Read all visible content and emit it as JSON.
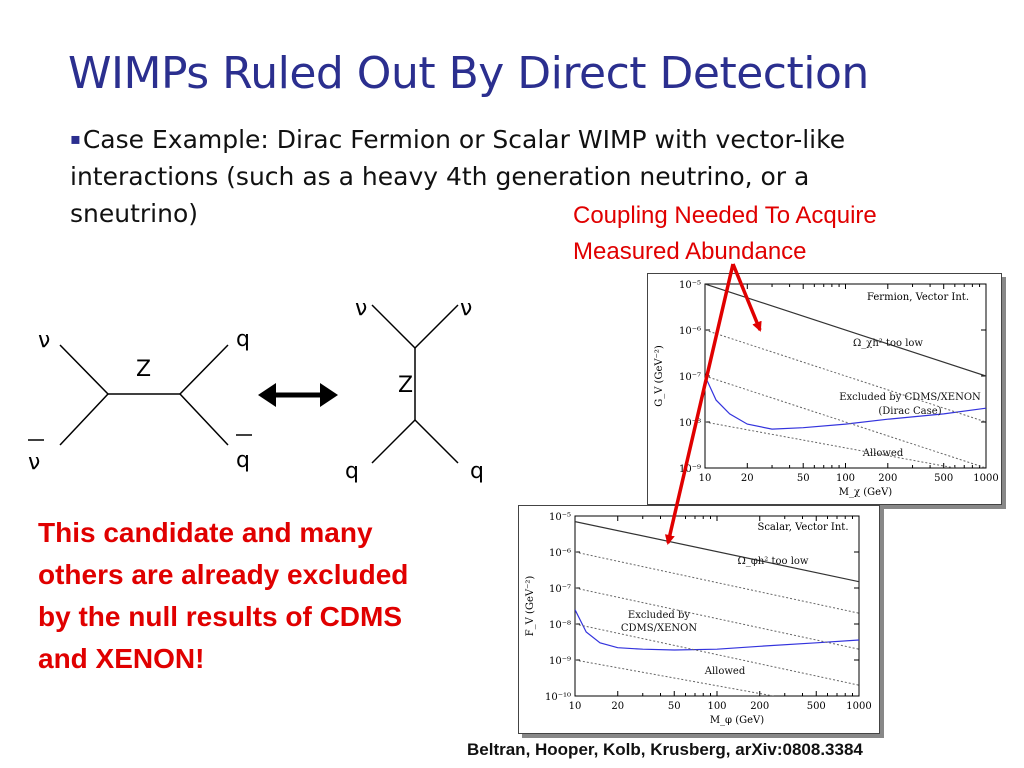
{
  "slide": {
    "title": "WIMPs Ruled Out By Direct Detection",
    "bullet_marker": "▪",
    "bullet_text": "Case Example:  Dirac Fermion or Scalar WIMP with vector-like interactions (such as a heavy 4th generation neutrino, or a sneutrino)",
    "coupling_note_line1": "Coupling Needed To Acquire",
    "coupling_note_line2": "Measured Abundance",
    "warning_line1": "This candidate and many",
    "warning_line2": "others are already excluded",
    "warning_line3": "by the null results of CDMS",
    "warning_line4": "and XENON!",
    "citation": "Beltran, Hooper, Kolb, Krusberg, arXiv:0808.3384",
    "accent_color": "#2b2f8f",
    "note_color": "#e00000"
  },
  "feynman": {
    "left": {
      "top_left": "ν",
      "bottom_left": "ν",
      "top_right": "q",
      "bottom_right": "q",
      "mediator": "Z"
    },
    "right": {
      "top_left": "ν",
      "top_right": "ν",
      "bottom_left": "q",
      "bottom_right": "q",
      "mediator": "Z"
    },
    "arrow_icon": "double-arrow-icon"
  },
  "chart_data": [
    {
      "type": "line",
      "annotation": "Fermion, Vector Int.",
      "xlabel": "M_χ (GeV)",
      "ylabel": "G_V (GeV⁻²)",
      "xscale": "log",
      "yscale": "log",
      "xlim": [
        10,
        1000
      ],
      "ylim": [
        1e-09,
        1e-05
      ],
      "x_ticks": [
        "10",
        "20",
        "50",
        "100",
        "200",
        "500",
        "1000"
      ],
      "y_ticks": [
        "10⁻⁵",
        "10⁻⁶",
        "10⁻⁷",
        "10⁻⁸",
        "10⁻⁹"
      ],
      "region_labels": [
        "Ω_χh² too low",
        "Excluded by CDMS/XENON",
        "(Dirac Case)",
        "Allowed"
      ],
      "series": [
        {
          "x": [
            10,
            1000
          ],
          "y": [
            1e-05,
            1e-07
          ],
          "color": "#333333",
          "style": "solid"
        },
        {
          "x": [
            10,
            12,
            15,
            20,
            30,
            50,
            100,
            200,
            500,
            1000
          ],
          "y": [
            1e-07,
            3e-08,
            1.5e-08,
            9e-09,
            7e-09,
            7.5e-09,
            9e-09,
            1.15e-08,
            1.5e-08,
            2e-08
          ],
          "color": "#3333dd",
          "style": "solid"
        },
        {
          "x": [
            10,
            1000
          ],
          "y": [
            1e-06,
            1e-08
          ],
          "color": "#666666",
          "style": "dotted"
        },
        {
          "x": [
            10,
            1000
          ],
          "y": [
            1e-07,
            1e-09
          ],
          "color": "#666666",
          "style": "dotted"
        },
        {
          "x": [
            10,
            600
          ],
          "y": [
            1e-08,
            1e-09
          ],
          "color": "#666666",
          "style": "dotted"
        }
      ]
    },
    {
      "type": "line",
      "annotation": "Scalar, Vector Int.",
      "xlabel": "M_φ (GeV)",
      "ylabel": "F_V (GeV⁻²)",
      "xscale": "log",
      "yscale": "log",
      "xlim": [
        10,
        1000
      ],
      "ylim": [
        1e-10,
        1e-05
      ],
      "x_ticks": [
        "10",
        "20",
        "50",
        "100",
        "200",
        "500",
        "1000"
      ],
      "y_ticks": [
        "10⁻⁵",
        "10⁻⁶",
        "10⁻⁷",
        "10⁻⁸",
        "10⁻⁹",
        "10⁻¹⁰"
      ],
      "region_labels": [
        "Ω_φh² too low",
        "Excluded by",
        "CDMS/XENON",
        "Allowed"
      ],
      "series": [
        {
          "x": [
            10,
            1000
          ],
          "y": [
            7e-06,
            1.5e-07
          ],
          "color": "#333333",
          "style": "solid"
        },
        {
          "x": [
            10,
            12,
            15,
            20,
            30,
            50,
            100,
            200,
            500,
            1000
          ],
          "y": [
            2.5e-08,
            6e-09,
            3e-09,
            2.2e-09,
            2e-09,
            1.9e-09,
            2e-09,
            2.4e-09,
            3e-09,
            3.6e-09
          ],
          "color": "#3333dd",
          "style": "solid"
        },
        {
          "x": [
            10,
            1000
          ],
          "y": [
            1e-06,
            2e-08
          ],
          "color": "#666666",
          "style": "dotted"
        },
        {
          "x": [
            10,
            1000
          ],
          "y": [
            1e-07,
            2e-09
          ],
          "color": "#666666",
          "style": "dotted"
        },
        {
          "x": [
            10,
            1000
          ],
          "y": [
            1e-08,
            2e-10
          ],
          "color": "#666666",
          "style": "dotted"
        },
        {
          "x": [
            10,
            250
          ],
          "y": [
            1e-09,
            1e-10
          ],
          "color": "#666666",
          "style": "dotted"
        }
      ]
    }
  ]
}
